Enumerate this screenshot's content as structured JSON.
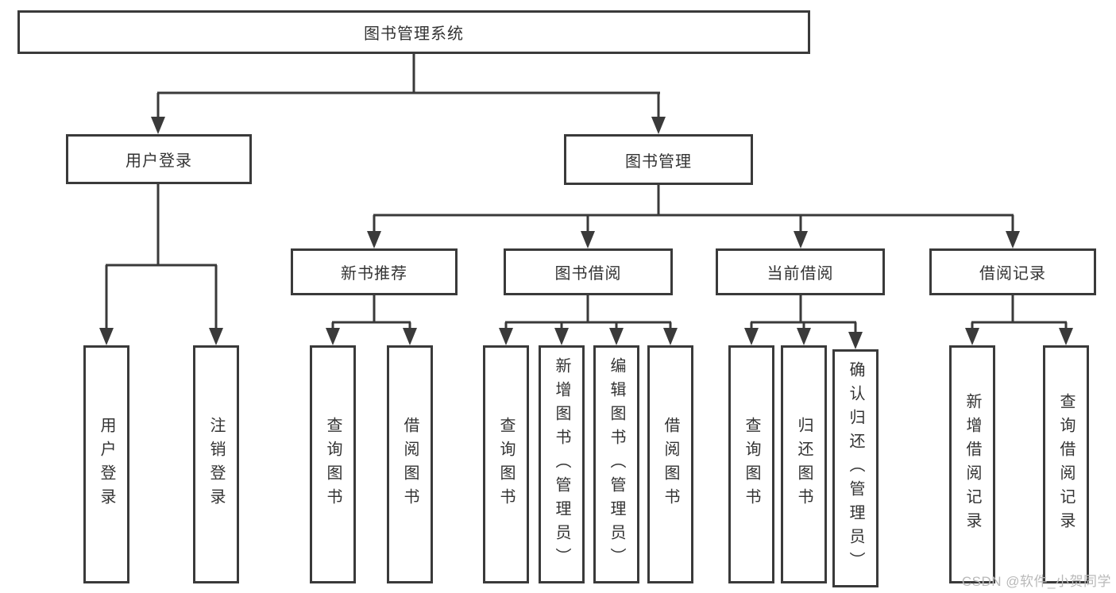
{
  "diagram": {
    "title": "图书管理系统",
    "root": {
      "label": "图书管理系统"
    },
    "branches": [
      {
        "label": "用户登录",
        "children": [
          {
            "label": "用户登录"
          },
          {
            "label": "注销登录"
          }
        ]
      },
      {
        "label": "图书管理",
        "groups": [
          {
            "label": "新书推荐",
            "children": [
              {
                "label": "查询图书"
              },
              {
                "label": "借阅图书"
              }
            ]
          },
          {
            "label": "图书借阅",
            "children": [
              {
                "label": "查询图书"
              },
              {
                "label": "新增图书（管理员）"
              },
              {
                "label": "编辑图书（管理员）"
              },
              {
                "label": "借阅图书"
              }
            ]
          },
          {
            "label": "当前借阅",
            "children": [
              {
                "label": "查询图书"
              },
              {
                "label": "归还图书"
              },
              {
                "label": "确认归还（管理员）"
              }
            ]
          },
          {
            "label": "借阅记录",
            "children": [
              {
                "label": "新增借阅记录"
              },
              {
                "label": "查询借阅记录"
              }
            ]
          }
        ]
      }
    ]
  },
  "watermark": {
    "text": "CSDN @软件_小贺同学"
  },
  "colors": {
    "line": "#3a3a3a",
    "text": "#333333",
    "watermark": "#b9b9b9",
    "background": "#ffffff"
  }
}
